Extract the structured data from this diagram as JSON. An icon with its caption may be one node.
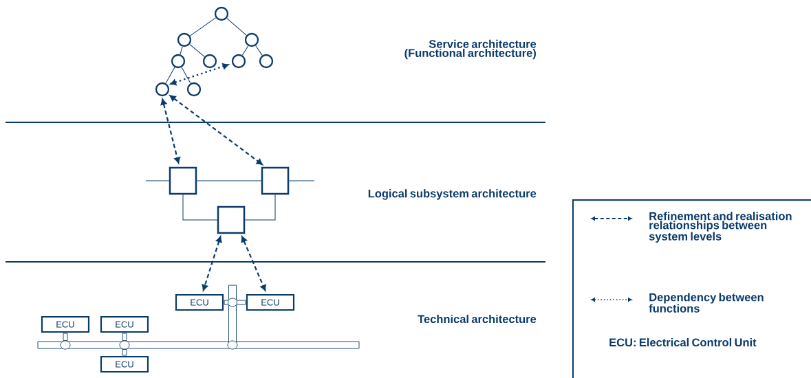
{
  "diagram": {
    "nodes": [
      {
        "text": [],
        "shape": "circle"
      },
      {
        "text": [],
        "shape": "circle"
      },
      {
        "text": [],
        "shape": "circle"
      },
      {
        "text": [],
        "shape": "circle"
      },
      {
        "text": [],
        "shape": "circle"
      },
      {
        "text": [],
        "shape": "circle"
      },
      {
        "text": [],
        "shape": "circle"
      },
      {
        "text": [],
        "shape": "circle"
      },
      {
        "text": [],
        "shape": "circle"
      },
      {
        "text": [],
        "shape": "box"
      },
      {
        "text": [],
        "shape": "box"
      },
      {
        "text": [],
        "shape": "box"
      },
      {
        "text": [
          "ECU"
        ]
      },
      {
        "text": [
          "ECU"
        ]
      },
      {
        "text": [
          "ECU"
        ]
      },
      {
        "text": [
          "ECU"
        ]
      },
      {
        "text": [
          "ECU"
        ]
      },
      {
        "text": [],
        "shape": "bar"
      },
      {
        "text": [],
        "shape": "bar"
      }
    ],
    "edges": [
      {
        "from": 0,
        "to": 1,
        "arrow": "none"
      },
      {
        "from": 0,
        "to": 2,
        "arrow": "none"
      },
      {
        "from": 1,
        "to": 3,
        "arrow": "none"
      },
      {
        "from": 1,
        "to": 4,
        "arrow": "none"
      },
      {
        "from": 2,
        "to": 5,
        "arrow": "none"
      },
      {
        "from": 2,
        "to": 6,
        "arrow": "none"
      },
      {
        "from": 3,
        "to": 7,
        "arrow": "none"
      },
      {
        "from": 3,
        "to": 8,
        "arrow": "none"
      },
      {
        "from": 7,
        "to": 5,
        "arrow": "both",
        "style": "dashed"
      },
      {
        "from": 7,
        "to": 9,
        "arrow": "both",
        "style": "dashed"
      },
      {
        "from": 7,
        "to": 10,
        "arrow": "both",
        "style": "dashed"
      },
      {
        "from": 9,
        "to": 10,
        "arrow": "none"
      },
      {
        "from": 9,
        "to": 11,
        "arrow": "none"
      },
      {
        "from": 10,
        "to": 11,
        "arrow": "none"
      },
      {
        "from": 11,
        "to": 12,
        "arrow": "both",
        "style": "dashed"
      },
      {
        "from": 11,
        "to": 13,
        "arrow": "both",
        "style": "dashed"
      },
      {
        "from": 12,
        "to": 18,
        "arrow": "none",
        "style": "thick"
      },
      {
        "from": 13,
        "to": 18,
        "arrow": "none",
        "style": "thick"
      },
      {
        "from": 14,
        "to": 17,
        "arrow": "none",
        "style": "thick"
      },
      {
        "from": 15,
        "to": 17,
        "arrow": "none",
        "style": "thick"
      },
      {
        "from": 16,
        "to": 17,
        "arrow": "none",
        "style": "thick"
      }
    ],
    "labels": [
      "Service architecture (Functional architecture)",
      "Logical subsystem architecture",
      "Technical architecture",
      "ECU: Electrical Control Unit"
    ],
    "legend": [
      {
        "text": "Refinement and realisation relationships between system levels"
      },
      {
        "text": "Dependency between functions"
      }
    ]
  }
}
